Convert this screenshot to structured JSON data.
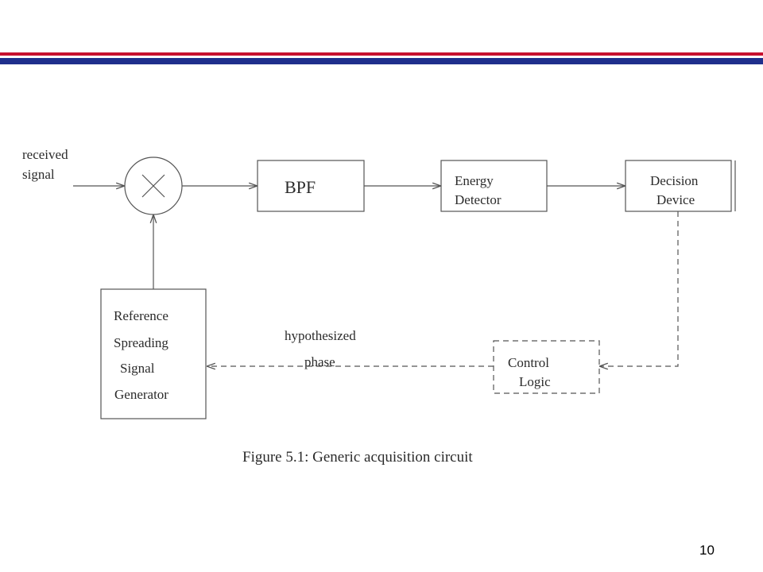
{
  "colors": {
    "header_red": "#c8102e",
    "header_blue": "#1f2f8c",
    "line": "#555555"
  },
  "diagram": {
    "input_label_line1": "received",
    "input_label_line2": "signal",
    "mixer_symbol": "×",
    "bpf_label": "BPF",
    "energy_detector_line1": "Energy",
    "energy_detector_line2": "Detector",
    "decision_device_line1": "Decision",
    "decision_device_line2": "Device",
    "control_logic_line1": "Control",
    "control_logic_line2": "Logic",
    "hypothesized_line1": "hypothesized",
    "hypothesized_line2": "phase",
    "generator_line1": "Reference",
    "generator_line2": "Spreading",
    "generator_line3": "Signal",
    "generator_line4": "Generator"
  },
  "caption": "Figure 5.1: Generic acquisition circuit",
  "page_number": "10"
}
